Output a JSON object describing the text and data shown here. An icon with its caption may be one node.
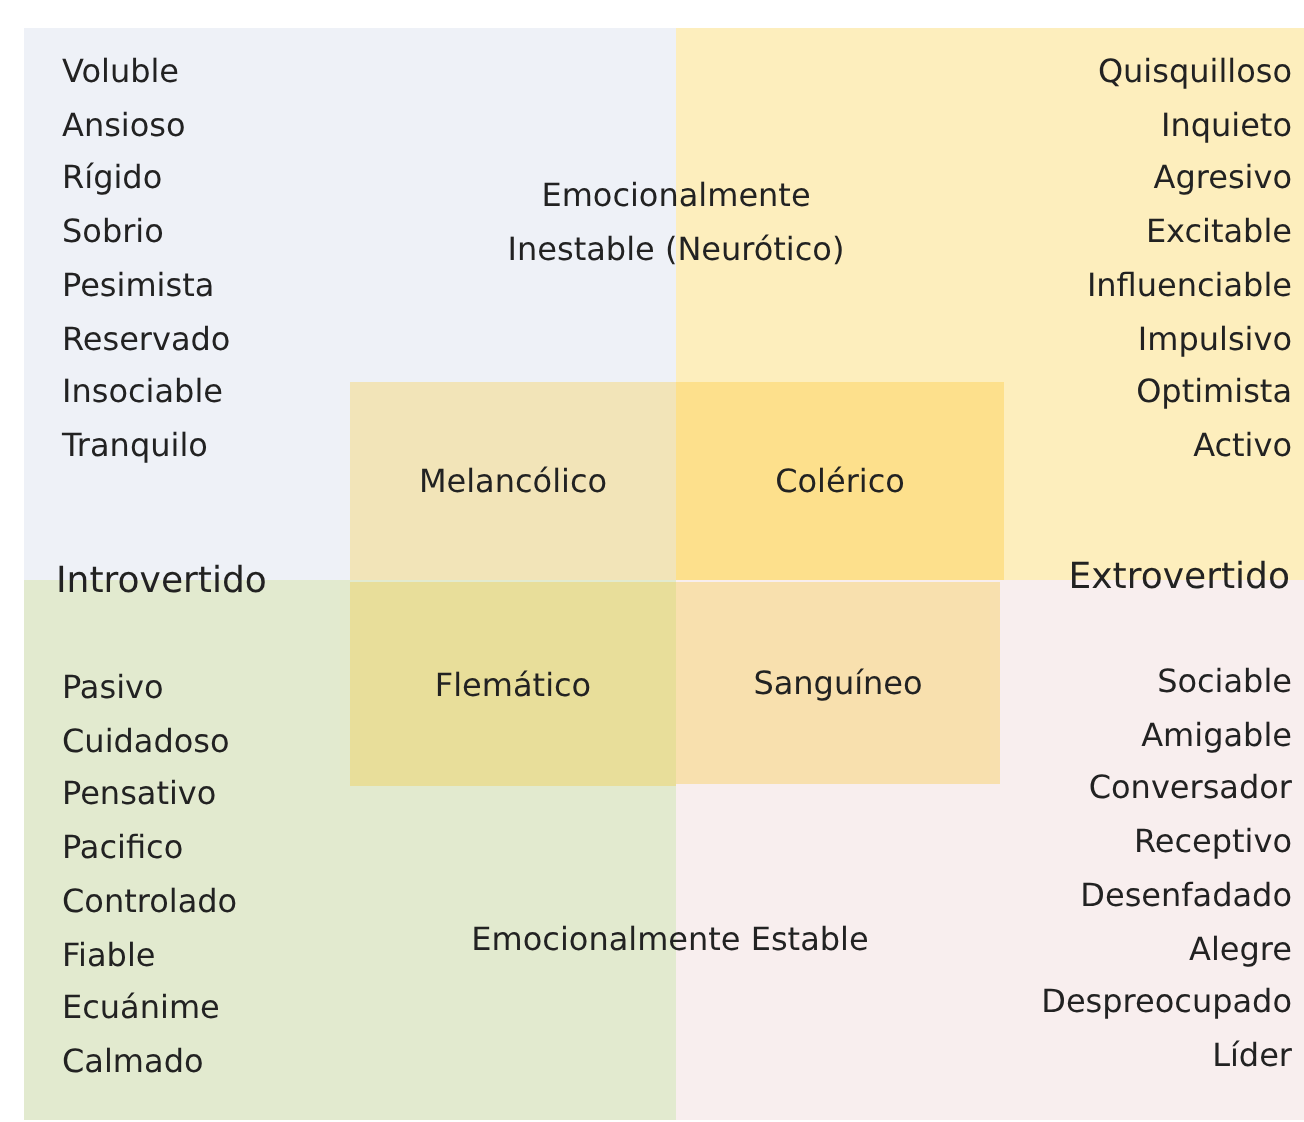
{
  "diagram": {
    "nodes": [
      {
        "text": [
          "Voluble",
          "Ansioso",
          "Rígido",
          "Sobrio",
          "Pesimista",
          "Reservado",
          "Insociable",
          "Tranquilo"
        ]
      },
      {
        "text": [
          "Quisquilloso",
          "Inquieto",
          "Agresivo",
          "Excitable",
          "Influenciable",
          "Impulsivo",
          "Optimista",
          "Activo"
        ]
      },
      {
        "text": [
          "Pasivo",
          "Cuidadoso",
          "Pensativo",
          "Pacifico",
          "Controlado",
          "Fiable",
          "Ecuánime",
          "Calmado"
        ]
      },
      {
        "text": [
          "Sociable",
          "Amigable",
          "Conversador",
          "Receptivo",
          "Desenfadado",
          "Alegre",
          "Despreocupado",
          "Líder"
        ]
      },
      {
        "text": [
          "Melancólico"
        ],
        "in": 0
      },
      {
        "text": [
          "Colérico"
        ],
        "in": 1
      },
      {
        "text": [
          "Flemático"
        ],
        "in": 2
      },
      {
        "text": [
          "Sanguíneo"
        ],
        "in": 3
      }
    ],
    "edges": [],
    "labels": [
      "Emocionalmente Inestable (Neurótico)",
      "Introvertido",
      "Extrovertido",
      "Emocionalmente Estable"
    ]
  }
}
